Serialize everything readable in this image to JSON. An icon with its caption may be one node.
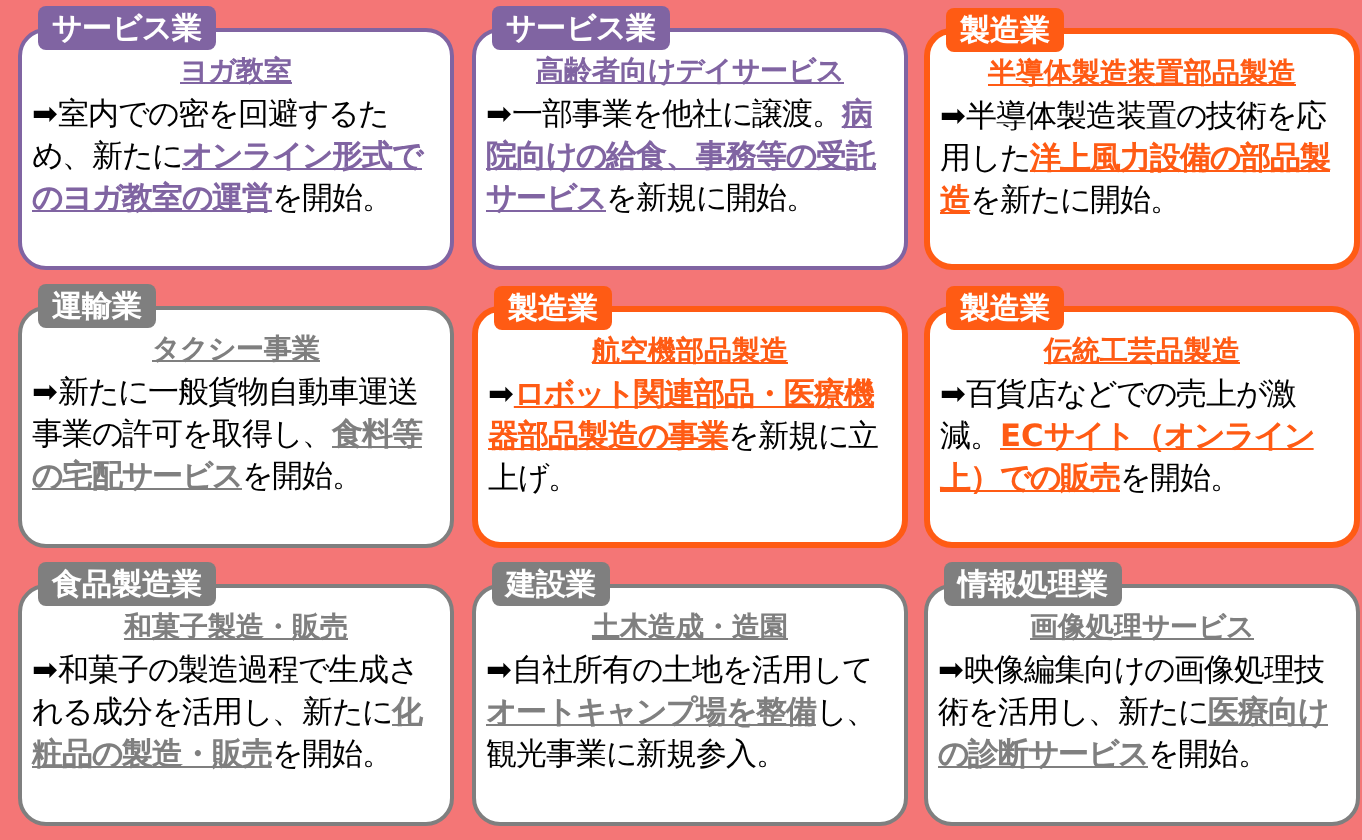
{
  "diagram": {
    "nodes": [
      {
        "text": [
          "サービス業",
          "ヨガ教室",
          "➡室内での密を回避するため、新たに**オンライン形式でのヨガ教室の運営**を開始。"
        ]
      },
      {
        "text": [
          "サービス業",
          "高齢者向けデイサービス",
          "➡一部事業を他社に譲渡。**病院向けの給食、事務等の受託サービス**を新規に開始。"
        ]
      },
      {
        "text": [
          "製造業",
          "半導体製造装置部品製造",
          "➡半導体製造装置の技術を応用した**洋上風力設備の部品製造**を新たに開始。"
        ]
      },
      {
        "text": [
          "運輸業",
          "タクシー事業",
          "➡新たに一般貨物自動車運送事業の許可を取得し、**食料等の宅配サービス**を開始。"
        ]
      },
      {
        "text": [
          "製造業",
          "航空機部品製造",
          "➡**ロボット関連部品・医療機器部品製造の事業**を新規に立上げ。"
        ]
      },
      {
        "text": [
          "製造業",
          "伝統工芸品製造",
          "➡百貨店などでの売上が激減。**ECサイト（オンライン上）での販売**を開始。"
        ]
      },
      {
        "text": [
          "食品製造業",
          "和菓子製造・販売",
          "➡和菓子の製造過程で生成される成分を活用し、新たに**化粧品の製造・販売**を開始。"
        ]
      },
      {
        "text": [
          "建設業",
          "土木造成・造園",
          "➡自社所有の土地を活用して**オートキャンプ場を整備**し、観光事業に新規参入。"
        ]
      },
      {
        "text": [
          "情報処理業",
          "画像処理サービス",
          "➡映像編集向けの画像処理技術を活用し、新たに**医療向けの診断サービス**を開始。"
        ]
      }
    ]
  }
}
